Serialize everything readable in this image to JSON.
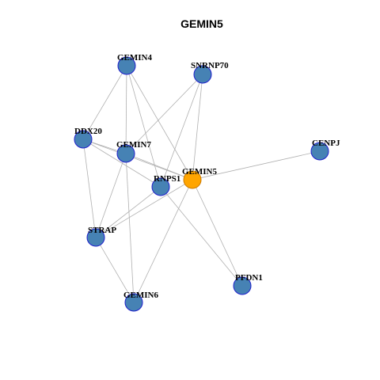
{
  "title": "GEMIN5",
  "colors": {
    "node_fill": "#4682B4",
    "node_stroke": "#1f1fcc",
    "focus_fill": "#FFA500",
    "focus_stroke": "#cc7a00",
    "edge": "#b0b0b0"
  },
  "nodes": [
    {
      "id": "GEMIN4",
      "label": "GEMIN4"
    },
    {
      "id": "SNRNP70",
      "label": "SNRNP70"
    },
    {
      "id": "DDX20",
      "label": "DDX20"
    },
    {
      "id": "GEMIN7",
      "label": "GEMIN7"
    },
    {
      "id": "GEMIN5",
      "label": "GEMIN5",
      "focus": true
    },
    {
      "id": "CENPJ",
      "label": "CENPJ"
    },
    {
      "id": "RNPS1",
      "label": "RNPS1"
    },
    {
      "id": "STRAP",
      "label": "STRAP"
    },
    {
      "id": "PFDN1",
      "label": "PFDN1"
    },
    {
      "id": "GEMIN6",
      "label": "GEMIN6"
    }
  ],
  "edges": [
    [
      "GEMIN4",
      "DDX20"
    ],
    [
      "GEMIN4",
      "GEMIN7"
    ],
    [
      "GEMIN4",
      "RNPS1"
    ],
    [
      "GEMIN4",
      "GEMIN5"
    ],
    [
      "SNRNP70",
      "GEMIN7"
    ],
    [
      "SNRNP70",
      "RNPS1"
    ],
    [
      "SNRNP70",
      "GEMIN5"
    ],
    [
      "DDX20",
      "GEMIN7"
    ],
    [
      "DDX20",
      "RNPS1"
    ],
    [
      "DDX20",
      "GEMIN5"
    ],
    [
      "DDX20",
      "STRAP"
    ],
    [
      "GEMIN7",
      "GEMIN5"
    ],
    [
      "GEMIN7",
      "STRAP"
    ],
    [
      "GEMIN7",
      "GEMIN6"
    ],
    [
      "GEMIN5",
      "CENPJ"
    ],
    [
      "GEMIN5",
      "STRAP"
    ],
    [
      "GEMIN5",
      "GEMIN6"
    ],
    [
      "GEMIN5",
      "PFDN1"
    ],
    [
      "RNPS1",
      "STRAP"
    ],
    [
      "RNPS1",
      "PFDN1"
    ],
    [
      "STRAP",
      "GEMIN6"
    ]
  ]
}
